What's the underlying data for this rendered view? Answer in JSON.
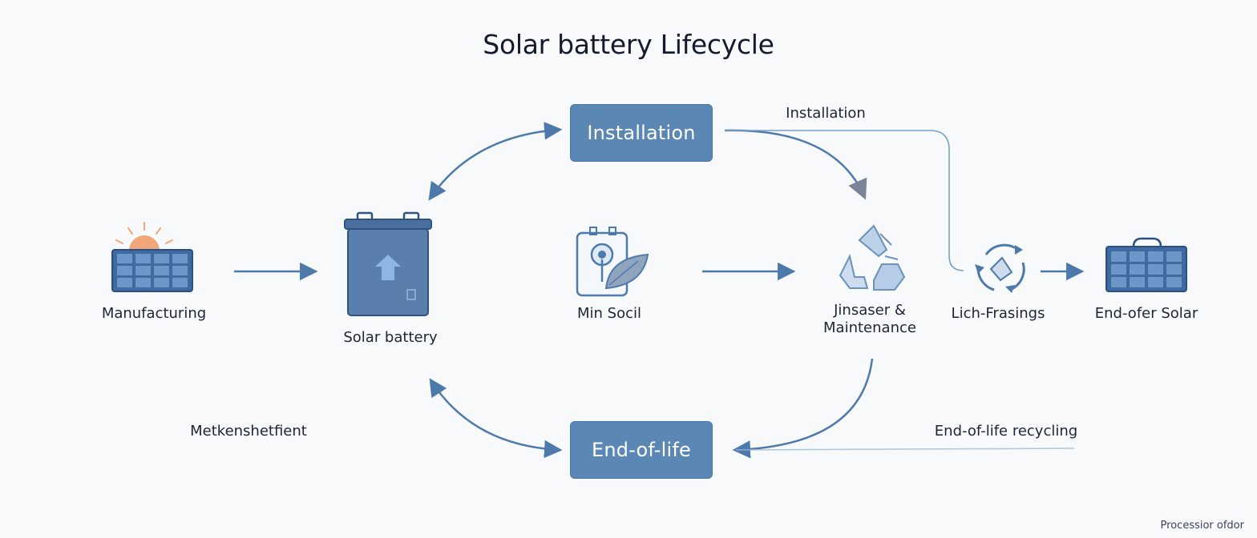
{
  "title": "Solar battery Lifecycle",
  "stages": {
    "manufacturing": "Manufacturing",
    "solar_battery": "Solar battery",
    "min_socil": "Min Socil",
    "maintenance_line1": "Jinsaser &",
    "maintenance_line2": "Maintenance",
    "lich_frasings": "Lich-Frasings",
    "end_ofer_solar": "End-ofer Solar"
  },
  "boxes": {
    "installation": "Installation",
    "end_of_life": "End-of-life"
  },
  "annotations": {
    "installation": "Installation",
    "metkenshetfient": "Metkenshetfient",
    "end_of_life_recycling": "End-of-life recycling"
  },
  "footer": "Processior ofdor",
  "colors": {
    "accent": "#5b87b5",
    "arrow": "#4e7aab",
    "sun": "#f0a678",
    "panel": "#3f6aa2"
  },
  "icons": {
    "manufacturing": "solar-panel-sun-icon",
    "battery": "battery-icon",
    "soil": "soil-sensor-leaf-icon",
    "maintenance": "recycle-icon",
    "lich": "recycle-circle-icon",
    "end_solar": "solar-panel-icon"
  }
}
